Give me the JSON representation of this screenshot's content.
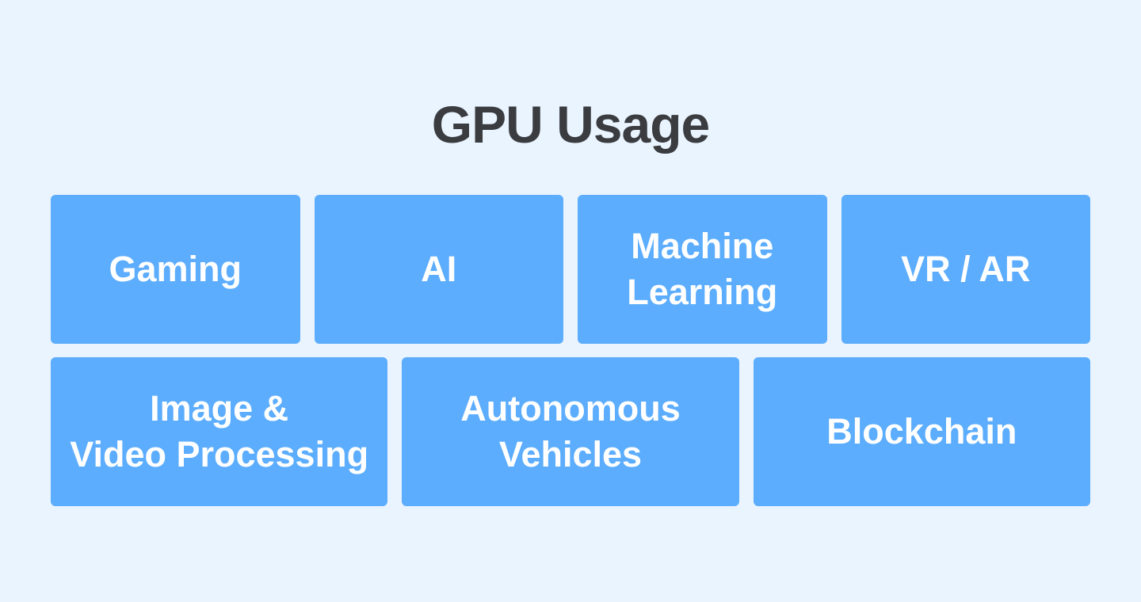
{
  "title": "GPU Usage",
  "colors": {
    "background": "#EAF4FE",
    "tile": "#5CADFD",
    "title_text": "#3A3C40",
    "tile_text": "#FFFFFF"
  },
  "rows": [
    {
      "tiles": [
        {
          "label": "Gaming"
        },
        {
          "label": "AI"
        },
        {
          "label": "Machine\nLearning"
        },
        {
          "label": "VR / AR"
        }
      ]
    },
    {
      "tiles": [
        {
          "label": "Image &\nVideo Processing"
        },
        {
          "label": "Autonomous\nVehicles"
        },
        {
          "label": "Blockchain"
        }
      ]
    }
  ]
}
